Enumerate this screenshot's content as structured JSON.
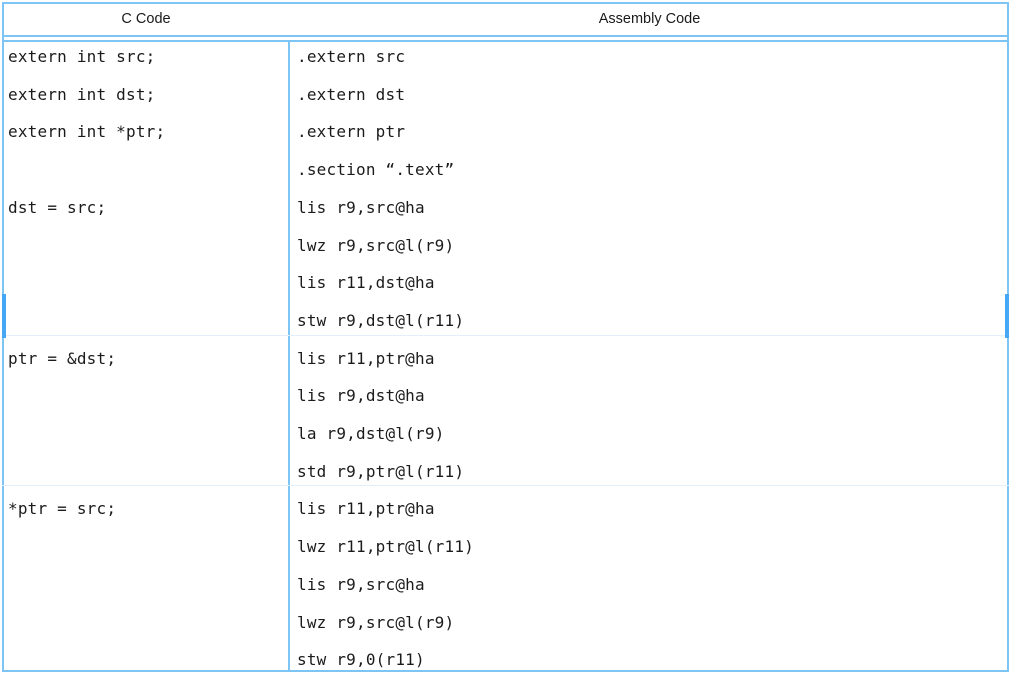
{
  "table": {
    "columns": [
      {
        "header": "C Code"
      },
      {
        "header": "Assembly Code"
      }
    ],
    "rows": [
      {
        "c_lines": [
          "extern int src;",
          "extern int dst;",
          "extern int *ptr;"
        ],
        "asm_lines": [
          ".extern src",
          ".extern dst",
          ".extern ptr",
          ".section “.text”"
        ]
      },
      {
        "c_lines": [
          "dst = src;"
        ],
        "asm_lines": [
          "lis r9,src@ha",
          "lwz r9,src@l(r9)",
          "lis r11,dst@ha",
          "stw r9,dst@l(r11)"
        ]
      },
      {
        "c_lines": [
          "ptr = &dst;"
        ],
        "asm_lines": [
          "lis r11,ptr@ha",
          "lis r9,dst@ha",
          "la r9,dst@l(r9)",
          "std r9,ptr@l(r11)"
        ]
      },
      {
        "c_lines": [
          "*ptr = src;"
        ],
        "asm_lines": [
          "lis r11,ptr@ha",
          "lwz r11,ptr@l(r11)",
          "lis r9,src@ha",
          "lwz r9,src@l(r9)",
          "stw r9,0(r11)"
        ]
      }
    ]
  },
  "colors": {
    "border": "#7ec4f5",
    "separator": "#e3f0fb",
    "scroll_thumb": "#46a8f5",
    "text": "#1b1b1b",
    "background": "#ffffff"
  }
}
